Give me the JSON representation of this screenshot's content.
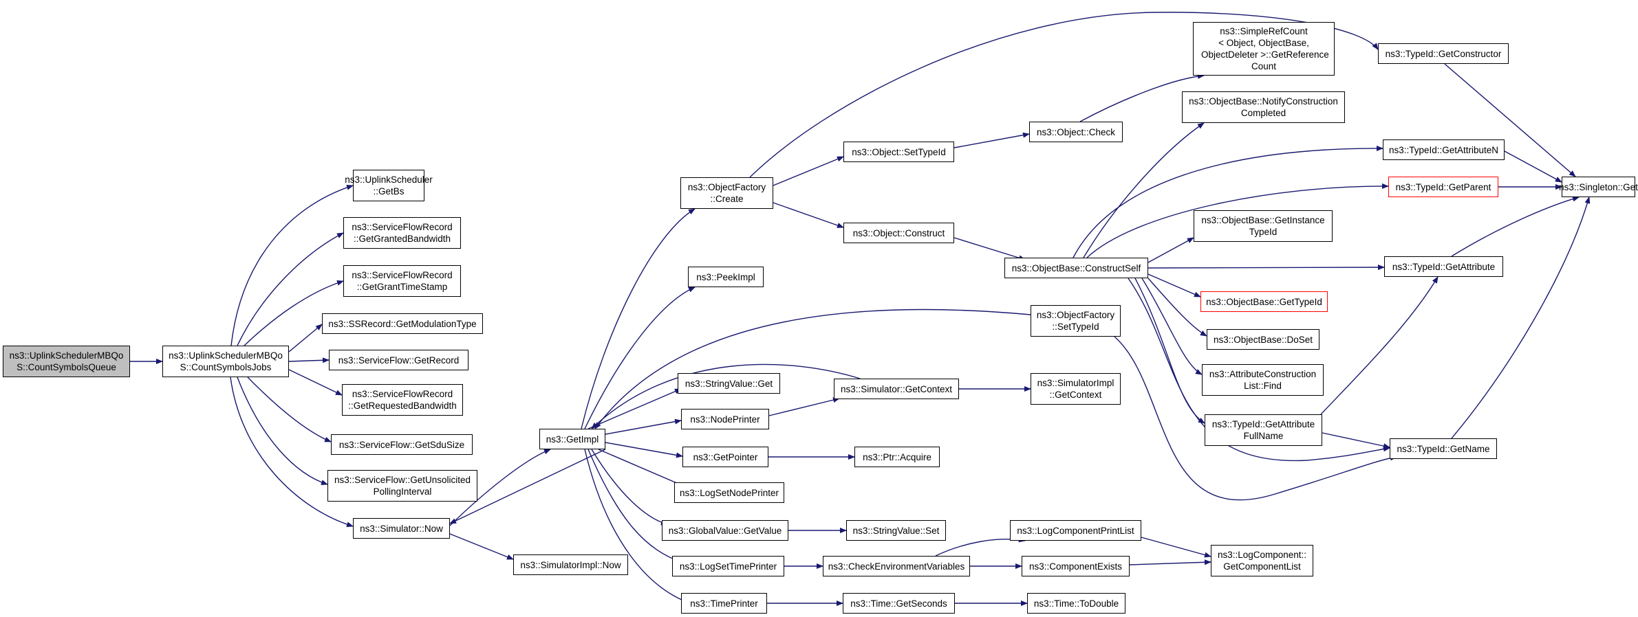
{
  "nodes": {
    "root": "ns3::UplinkSchedulerMBQo\nS::CountSymbolsQueue",
    "jobs": "ns3::UplinkSchedulerMBQo\nS::CountSymbolsJobs",
    "getbs": "ns3::UplinkScheduler\n::GetBs",
    "grantedbw": "ns3::ServiceFlowRecord\n::GetGrantedBandwidth",
    "granttime": "ns3::ServiceFlowRecord\n::GetGrantTimeStamp",
    "modtype": "ns3::SSRecord::GetModulationType",
    "getrecord": "ns3::ServiceFlow::GetRecord",
    "reqbw": "ns3::ServiceFlowRecord\n::GetRequestedBandwidth",
    "sdusize": "ns3::ServiceFlow::GetSduSize",
    "unsolicited": "ns3::ServiceFlow::GetUnsolicited\nPollingInterval",
    "simnow": "ns3::Simulator::Now",
    "simimplnow": "ns3::SimulatorImpl::Now",
    "getimpl": "ns3::GetImpl",
    "ofcreate": "ns3::ObjectFactory\n::Create",
    "peekimpl": "ns3::PeekImpl",
    "strget": "ns3::StringValue::Get",
    "nodeprinter": "ns3::NodePrinter",
    "getpointer": "ns3::GetPointer",
    "logsetnode": "ns3::LogSetNodePrinter",
    "gvgetvalue": "ns3::GlobalValue::GetValue",
    "logsettime": "ns3::LogSetTimePrinter",
    "timeprinter": "ns3::TimePrinter",
    "settypeid": "ns3::Object::SetTypeId",
    "objconstruct": "ns3::Object::Construct",
    "simgetctx": "ns3::Simulator::GetContext",
    "ptracquire": "ns3::Ptr::Acquire",
    "strset": "ns3::StringValue::Set",
    "checkenv": "ns3::CheckEnvironmentVariables",
    "getseconds": "ns3::Time::GetSeconds",
    "objcheck": "ns3::Object::Check",
    "constructself": "ns3::ObjectBase::ConstructSelf",
    "ofsettypeid": "ns3::ObjectFactory\n::SetTypeId",
    "simimplctx": "ns3::SimulatorImpl\n::GetContext",
    "logcompprint": "ns3::LogComponentPrintList",
    "compexists": "ns3::ComponentExists",
    "todouble": "ns3::Time::ToDouble",
    "refcount": "ns3::SimpleRefCount\n< Object, ObjectBase,\n ObjectDeleter >::GetReference\nCount",
    "notifyconst": "ns3::ObjectBase::NotifyConstruction\nCompleted",
    "getinstance": "ns3::ObjectBase::GetInstance\nTypeId",
    "obgettypeid": "ns3::ObjectBase::GetTypeId",
    "doset": "ns3::ObjectBase::DoSet",
    "attrfind": "ns3::AttributeConstruction\nList::Find",
    "attrfullname": "ns3::TypeId::GetAttribute\nFullName",
    "getcomplist": "ns3::LogComponent::\nGetComponentList",
    "getconstructor": "ns3::TypeId::GetConstructor",
    "getattrn": "ns3::TypeId::GetAttributeN",
    "getparent": "ns3::TypeId::GetParent",
    "getattribute": "ns3::TypeId::GetAttribute",
    "getname": "ns3::TypeId::GetName",
    "singleton": "ns3::Singleton::Get"
  },
  "colors": {
    "edge": "#191970",
    "root_fill": "#bfbfbf",
    "truncated_border": "#ff0000",
    "node_border": "#000000"
  }
}
